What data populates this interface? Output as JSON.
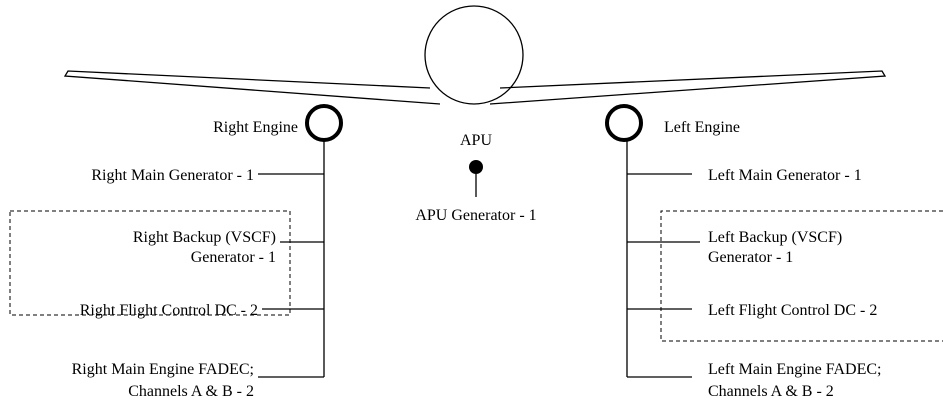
{
  "diagram": {
    "right_engine": {
      "label": "Right Engine",
      "items": {
        "main_generator": "Right Main Generator - 1",
        "backup_line1": "Right Backup (VSCF)",
        "backup_line2": "Generator  - 1",
        "flight_control": "Right Flight Control DC - 2",
        "fadec_line1": "Right Main Engine FADEC;",
        "fadec_line2": "Channels A & B - 2"
      }
    },
    "apu": {
      "label": "APU",
      "generator": "APU Generator - 1"
    },
    "left_engine": {
      "label": "Left Engine",
      "items": {
        "main_generator": "Left Main Generator  - 1",
        "backup_line1": "Left Backup (VSCF)",
        "backup_line2": "Generator  - 1",
        "flight_control": "Left Flight Control DC - 2",
        "fadec_line1": "Left Main Engine FADEC;",
        "fadec_line2": "Channels A & B - 2"
      }
    }
  }
}
